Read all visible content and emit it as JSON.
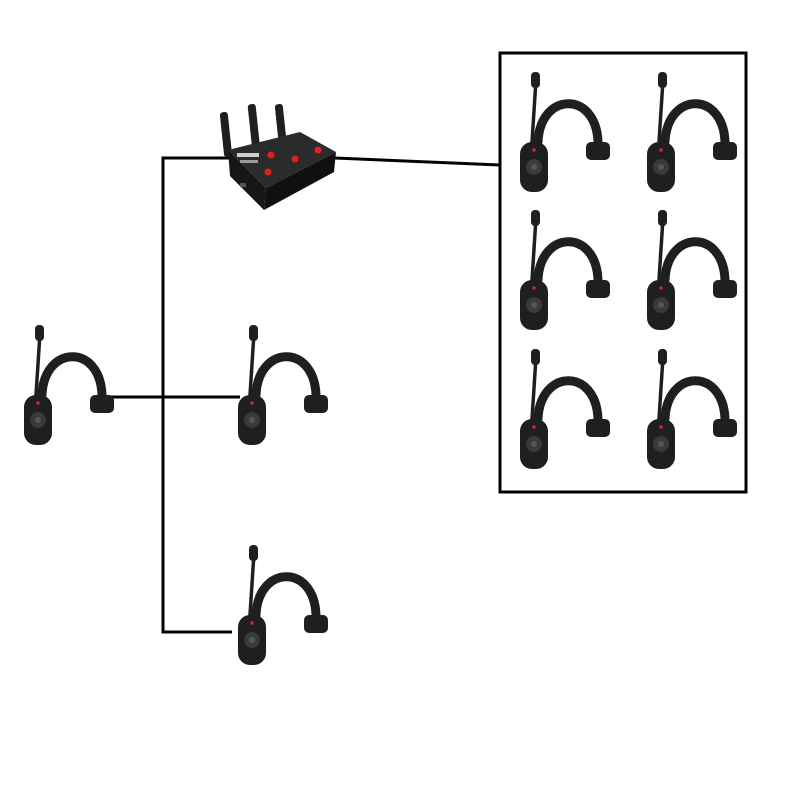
{
  "diagram": {
    "background": "#ffffff",
    "line_color": "#000000",
    "device_color": "#1f1f1f",
    "button_color": "#e02020",
    "base_station": {
      "icon": "base-station-icon",
      "antennas": 3,
      "buttons": 3
    },
    "headsets": [
      {
        "id": "left-headset",
        "icon": "headset-icon"
      },
      {
        "id": "middle-headset",
        "icon": "headset-icon"
      },
      {
        "id": "bottom-headset",
        "icon": "headset-icon"
      }
    ],
    "group_box": {
      "headsets": 6,
      "icon": "headset-icon"
    }
  }
}
